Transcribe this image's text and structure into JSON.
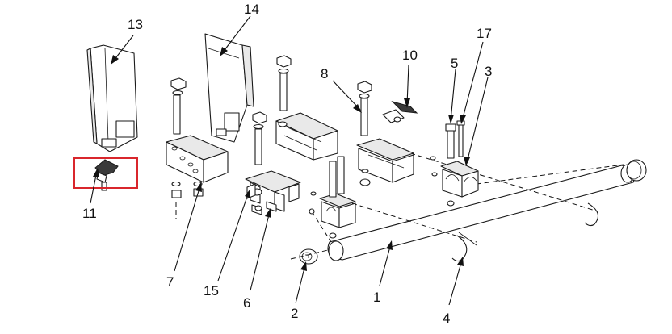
{
  "callouts": [
    {
      "id": "13",
      "label": "13"
    },
    {
      "id": "14",
      "label": "14"
    },
    {
      "id": "8",
      "label": "8"
    },
    {
      "id": "10",
      "label": "10"
    },
    {
      "id": "5",
      "label": "5"
    },
    {
      "id": "17",
      "label": "17"
    },
    {
      "id": "3",
      "label": "3"
    },
    {
      "id": "11",
      "label": "11"
    },
    {
      "id": "7",
      "label": "7"
    },
    {
      "id": "15",
      "label": "15"
    },
    {
      "id": "6",
      "label": "6"
    },
    {
      "id": "2",
      "label": "2"
    },
    {
      "id": "1",
      "label": "1"
    },
    {
      "id": "4",
      "label": "4"
    }
  ],
  "highlight": {
    "part": "11",
    "color": "#d9262c"
  },
  "colors": {
    "line": "#1a1a1a",
    "fill": "#ffffff",
    "shade": "#e9e9e9"
  }
}
